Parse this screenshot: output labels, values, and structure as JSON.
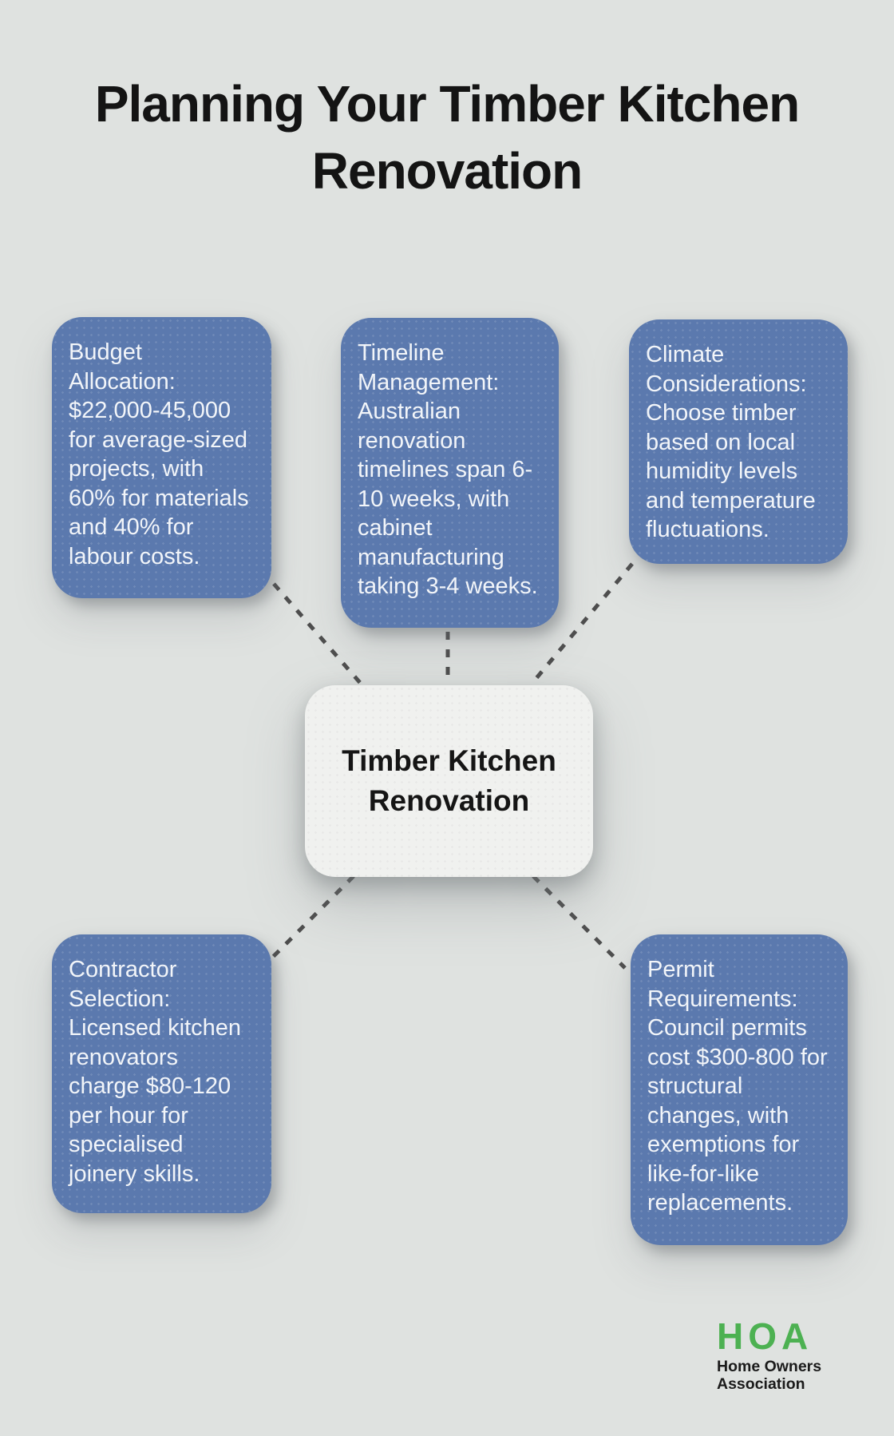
{
  "page": {
    "title": "Planning Your Timber Kitchen\nRenovation",
    "background_color": "#dfe2e0"
  },
  "center_node": {
    "label": "Timber Kitchen\nRenovation"
  },
  "nodes": [
    {
      "id": "budget-allocation",
      "text": "Budget\nAllocation:\n$22,000-45,000\nfor average-sized\nprojects, with\n60% for materials\nand 40% for\nlabour costs."
    },
    {
      "id": "timeline-management",
      "text": "Timeline\nManagement:\nAustralian\nrenovation\ntimelines span 6-\n10 weeks, with\ncabinet\nmanufacturing\ntaking 3-4 weeks."
    },
    {
      "id": "climate-considerations",
      "text": "Climate\nConsiderations:\nChoose timber\nbased on local\nhumidity levels\nand temperature\nfluctuations."
    },
    {
      "id": "contractor-selection",
      "text": "Contractor\nSelection:\nLicensed kitchen\nrenovators\ncharge $80-120\nper hour for\nspecialised\njoinery skills."
    },
    {
      "id": "permit-requirements",
      "text": "Permit\nRequirements:\nCouncil permits\ncost $300-800 for\nstructural\nchanges, with\nexemptions for\nlike-for-like\nreplacements."
    }
  ],
  "logo": {
    "acronym": "HOA",
    "subtitle": "Home Owners\nAssociation"
  },
  "colors": {
    "node_blue": "#5b79ae",
    "center_node_bg": "#f0f1ef",
    "dash_gray": "#4e4e4e",
    "logo_green": "#4db152",
    "title_black": "#141414",
    "node_text": "#f2f5f9"
  }
}
